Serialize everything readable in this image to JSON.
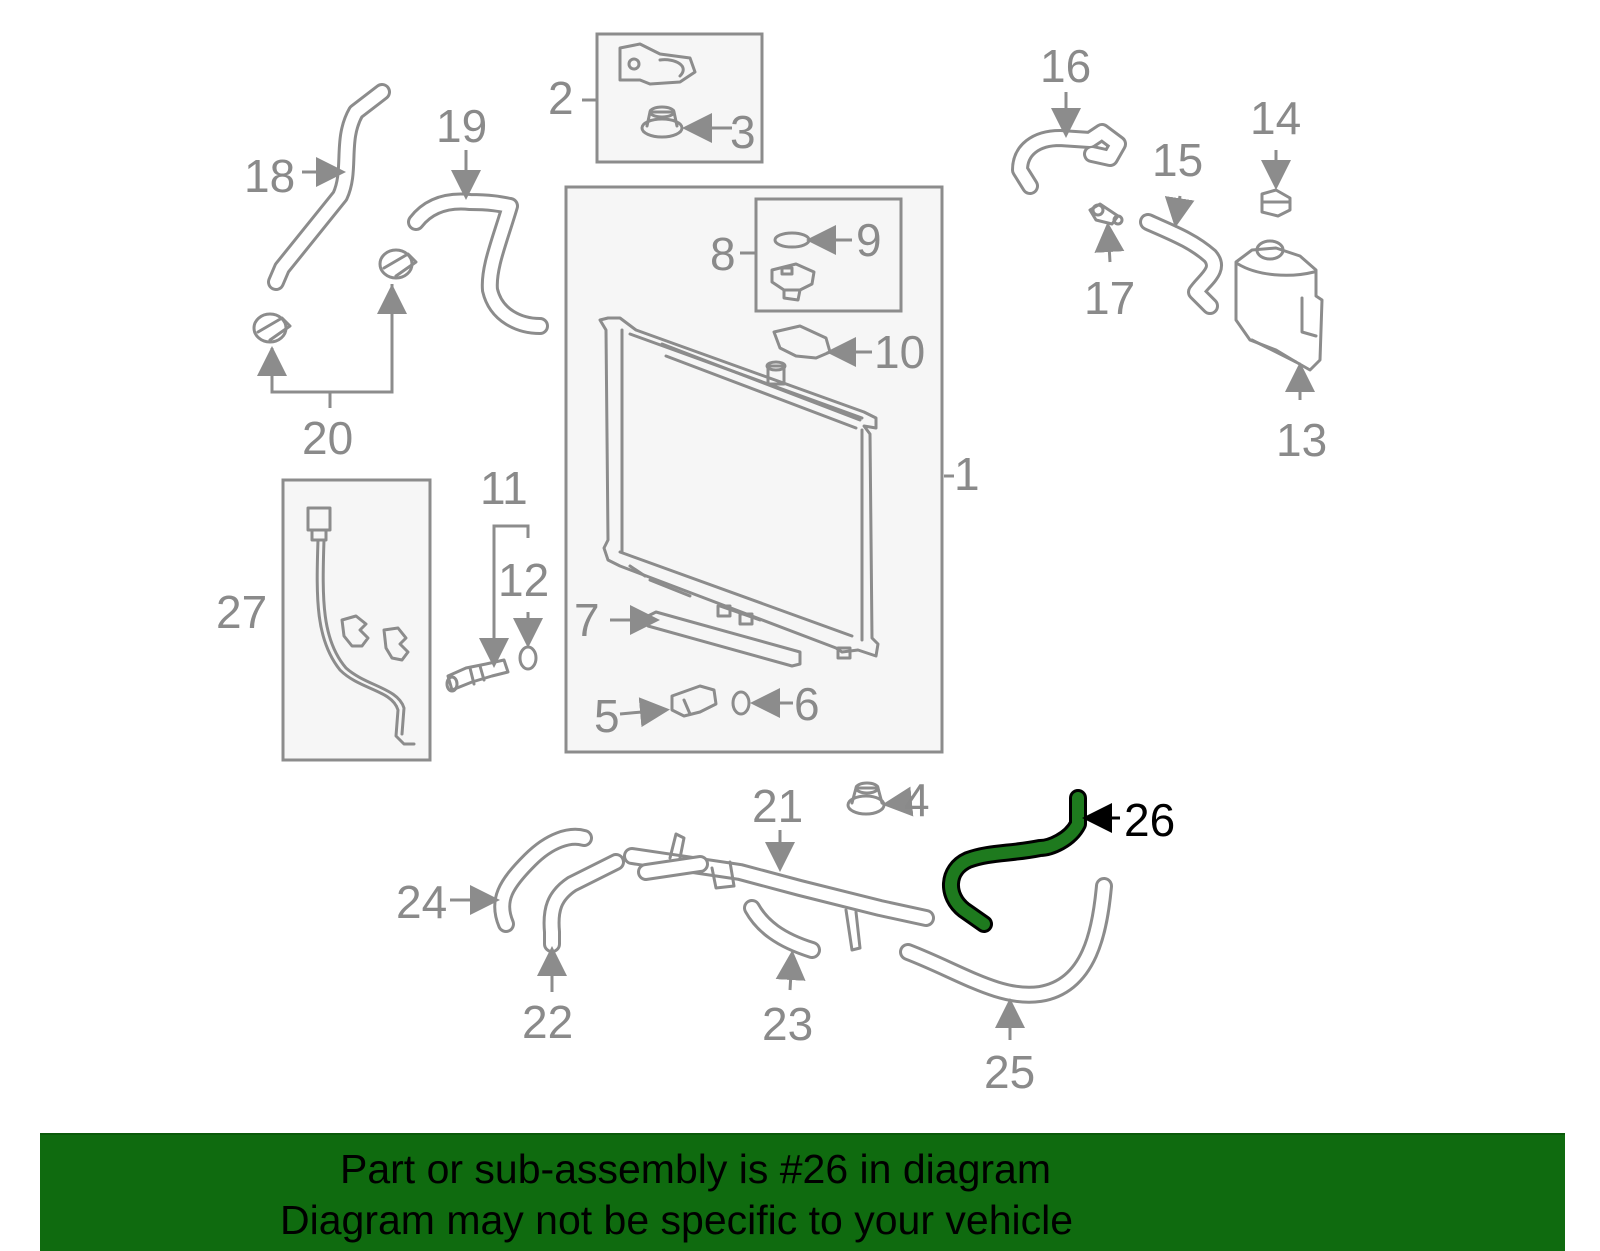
{
  "diagram": {
    "highlighted_part": "26",
    "colors": {
      "line": "#8c8c8c",
      "label": "#8a8a8a",
      "highlight_fill": "#1e7a1e",
      "highlight_label": "#000000",
      "banner": "#0f6b0f",
      "box_fill": "#f6f6f6"
    },
    "callouts": {
      "c1": "1",
      "c2": "2",
      "c3": "3",
      "c4": "4",
      "c5": "5",
      "c6": "6",
      "c7": "7",
      "c8": "8",
      "c9": "9",
      "c10": "10",
      "c11": "11",
      "c12": "12",
      "c13": "13",
      "c14": "14",
      "c15": "15",
      "c16": "16",
      "c17": "17",
      "c18": "18",
      "c19": "19",
      "c20": "20",
      "c21": "21",
      "c22": "22",
      "c23": "23",
      "c24": "24",
      "c25": "25",
      "c26": "26",
      "c27": "27"
    }
  },
  "banner": {
    "line1": "Part or sub-assembly is #26 in diagram",
    "line2": "Diagram may not be specific to your vehicle"
  }
}
